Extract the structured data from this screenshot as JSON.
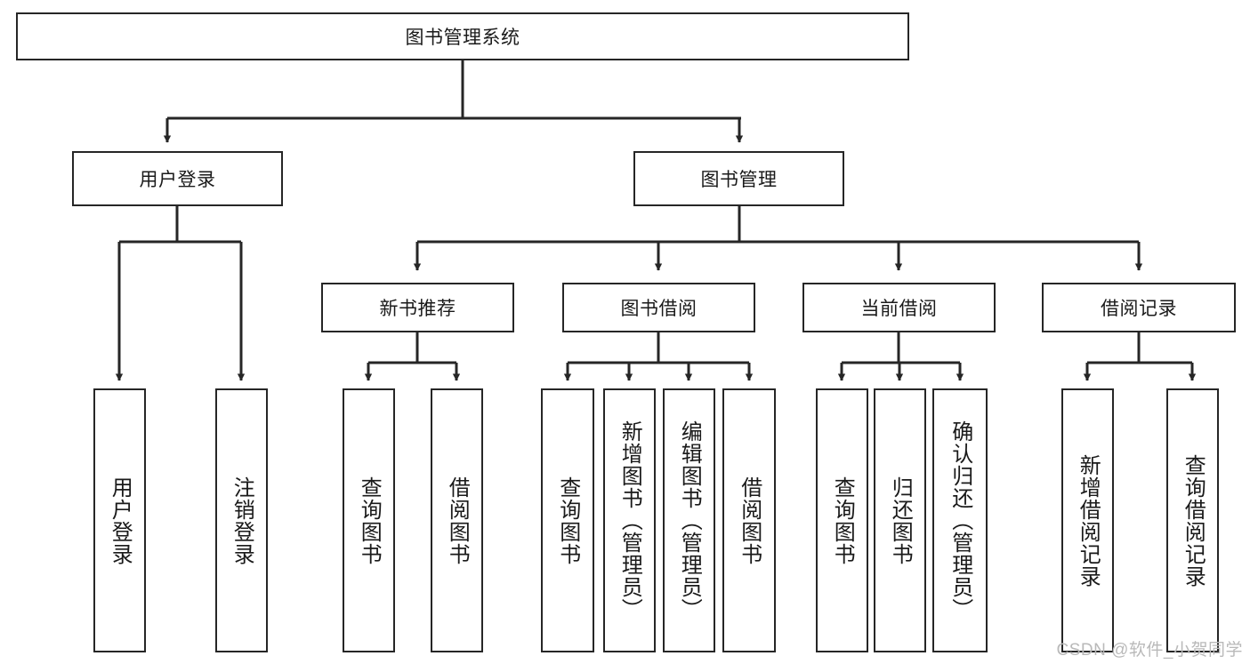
{
  "diagram": {
    "type": "tree",
    "title": "图书管理系统",
    "root": {
      "id": "root",
      "label": "图书管理系统"
    },
    "level1": [
      {
        "id": "user-login",
        "label": "用户登录"
      },
      {
        "id": "book-admin",
        "label": "图书管理"
      }
    ],
    "level2": [
      {
        "id": "new-book-recommend",
        "label": "新书推荐",
        "parent": "book-admin"
      },
      {
        "id": "book-borrow",
        "label": "图书借阅",
        "parent": "book-admin"
      },
      {
        "id": "current-borrow",
        "label": "当前借阅",
        "parent": "book-admin"
      },
      {
        "id": "borrow-record",
        "label": "借阅记录",
        "parent": "book-admin"
      }
    ],
    "leaves": [
      {
        "id": "leaf-user-login",
        "label": "用户登录",
        "parent": "user-login"
      },
      {
        "id": "leaf-user-logout",
        "label": "注销登录",
        "parent": "user-login"
      },
      {
        "id": "leaf-query-book-1",
        "label": "查询图书",
        "parent": "new-book-recommend"
      },
      {
        "id": "leaf-borrow-book-1",
        "label": "借阅图书",
        "parent": "new-book-recommend"
      },
      {
        "id": "leaf-query-book-2",
        "label": "查询图书",
        "parent": "book-borrow"
      },
      {
        "id": "leaf-add-book",
        "label": "新增图书（管理员）",
        "parent": "book-borrow"
      },
      {
        "id": "leaf-edit-book",
        "label": "编辑图书（管理员）",
        "parent": "book-borrow"
      },
      {
        "id": "leaf-borrow-book-2",
        "label": "借阅图书",
        "parent": "book-borrow"
      },
      {
        "id": "leaf-query-book-3",
        "label": "查询图书",
        "parent": "current-borrow"
      },
      {
        "id": "leaf-return-book",
        "label": "归还图书",
        "parent": "current-borrow"
      },
      {
        "id": "leaf-confirm-return",
        "label": "确认归还（管理员）",
        "parent": "current-borrow"
      },
      {
        "id": "leaf-add-record",
        "label": "新增借阅记录",
        "parent": "borrow-record"
      },
      {
        "id": "leaf-query-record",
        "label": "查询借阅记录",
        "parent": "borrow-record"
      }
    ],
    "colors": {
      "box_stroke": "#262626",
      "box_fill": "#ffffff",
      "edge": "#262626",
      "text": "#1a1a1a",
      "watermark": "#b9b9b9"
    }
  },
  "watermark": {
    "text": "CSDN @软件_小贺同学"
  }
}
